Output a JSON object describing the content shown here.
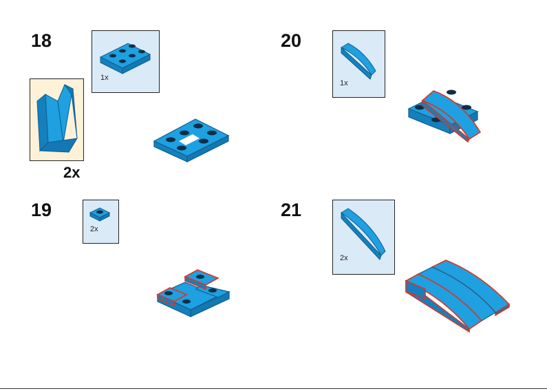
{
  "steps": [
    {
      "number": "18",
      "callout_qty": "1x",
      "sub_qty": "2x"
    },
    {
      "number": "19",
      "callout_qty": "2x"
    },
    {
      "number": "20",
      "callout_qty": "1x"
    },
    {
      "number": "21",
      "callout_qty": "2x"
    }
  ],
  "colors": {
    "brick_top": "#1fa0e0",
    "brick_side": "#1580bd",
    "brick_dark": "#0e5f8f",
    "highlight": "#e0331d",
    "callout_bg": "#dbeaf7",
    "sub_bg": "#fdf1d8"
  }
}
